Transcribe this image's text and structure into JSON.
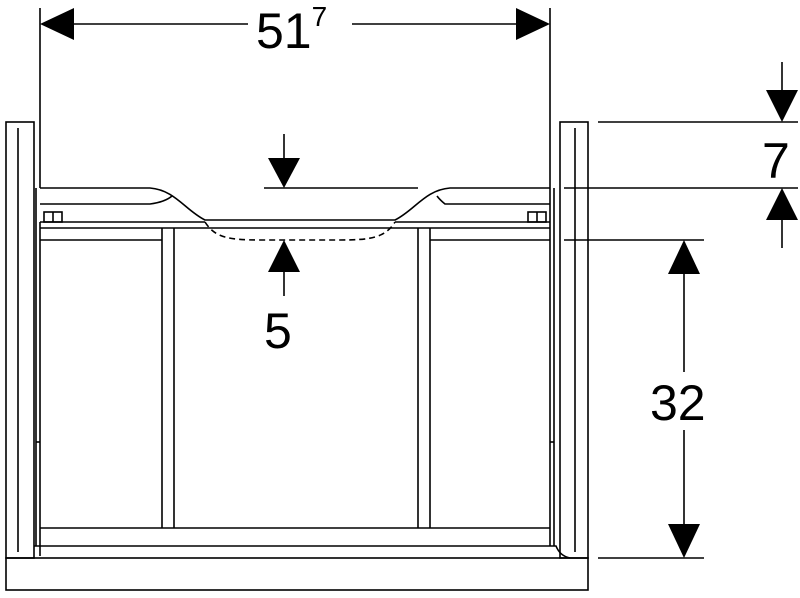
{
  "diagram": {
    "colors": {
      "line": "#000000",
      "background": "#ffffff"
    },
    "dimensions": {
      "width": {
        "main": "51",
        "sup": "7"
      },
      "right_top": "7",
      "center_depth": "5",
      "right_height": "32"
    }
  }
}
